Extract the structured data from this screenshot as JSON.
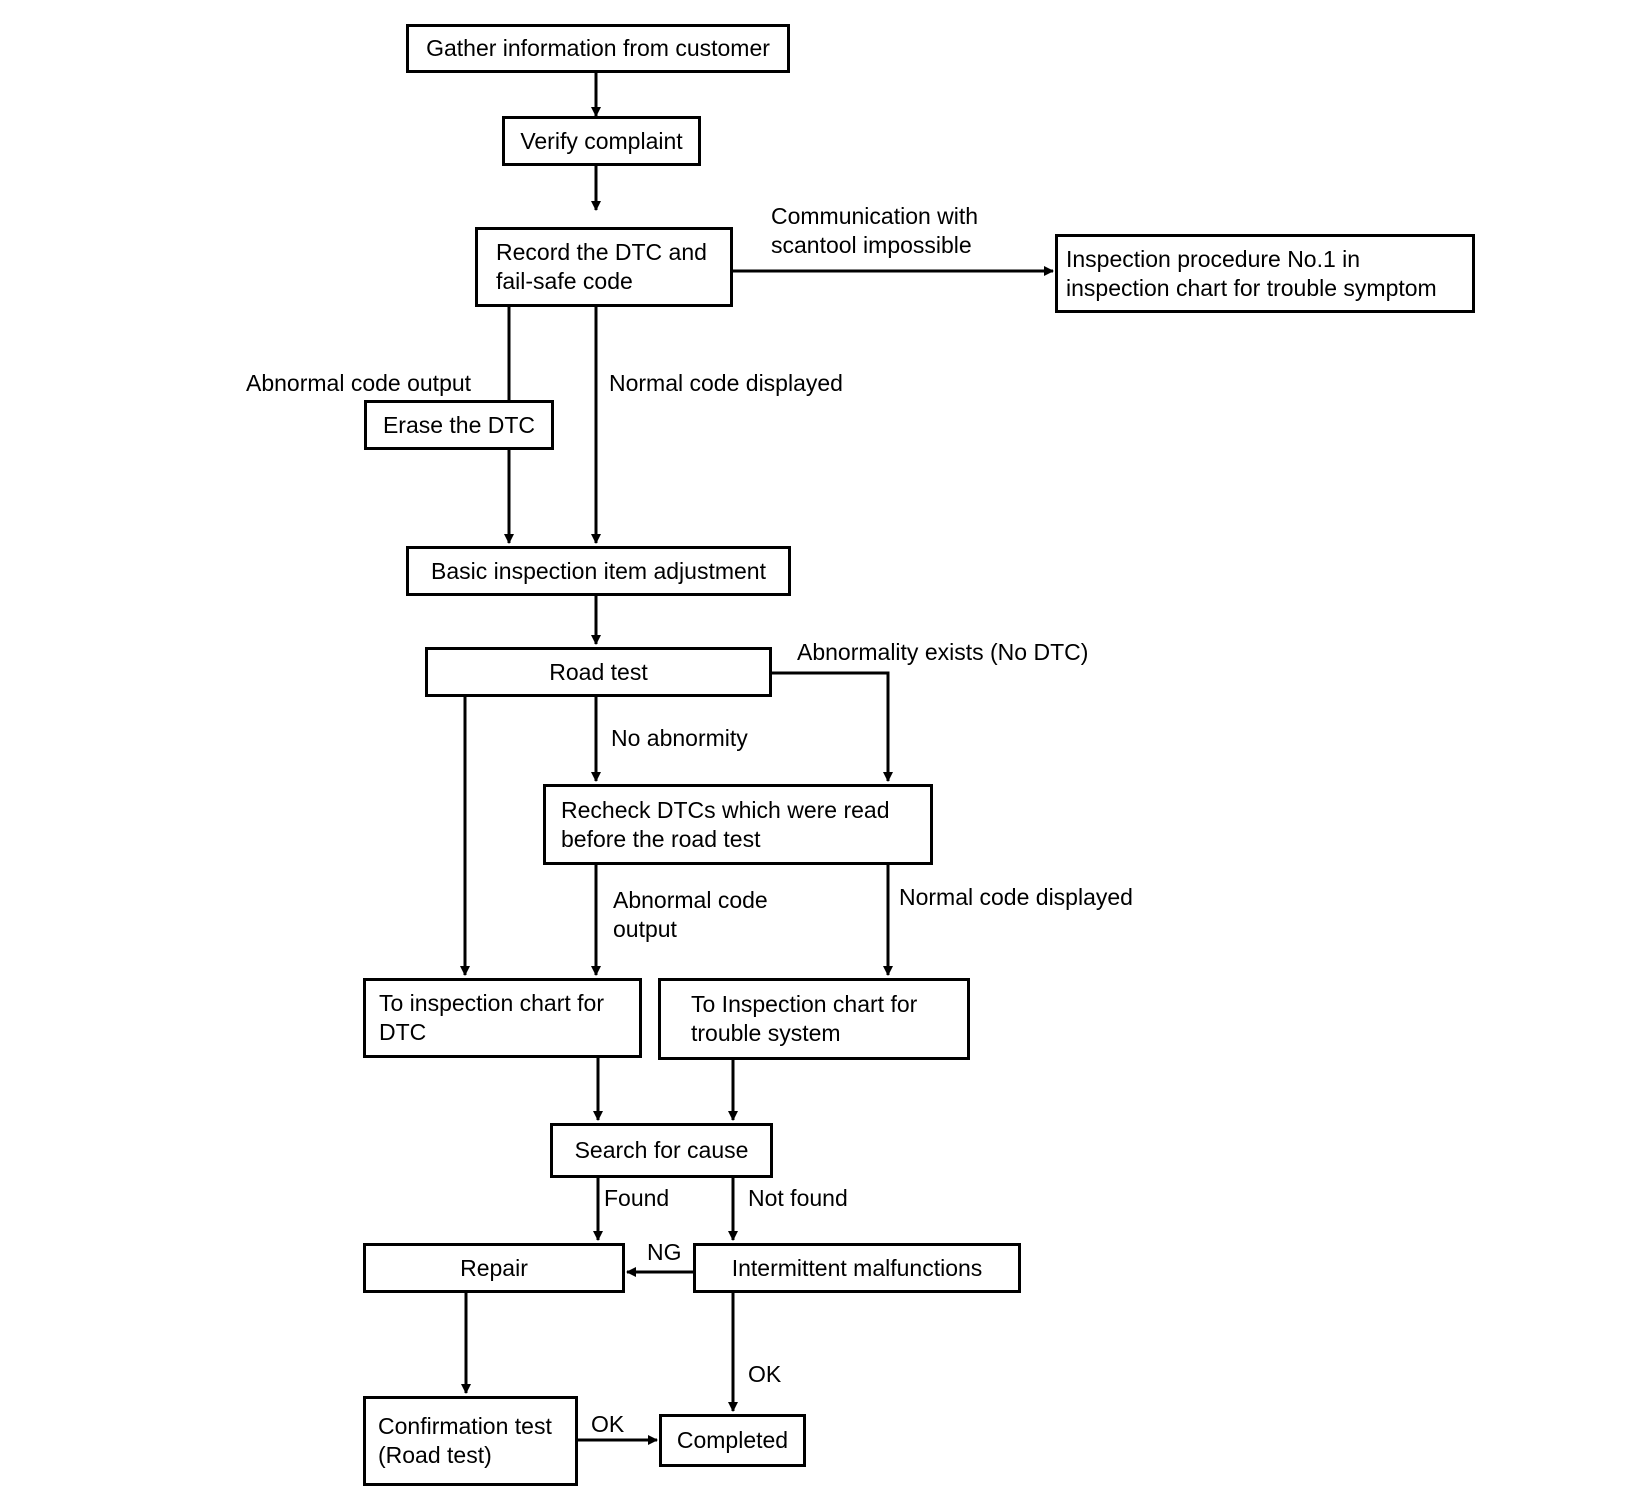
{
  "colors": {
    "line": "#000000",
    "background": "#ffffff"
  },
  "boxes": {
    "gather": "Gather information from customer",
    "verify": "Verify complaint",
    "record": "Record the DTC and\nfail-safe code",
    "inspection_no1": "Inspection procedure No.1 in\ninspection chart for trouble symptom",
    "erase": "Erase the DTC",
    "basic": "Basic inspection item adjustment",
    "road_test": "Road test",
    "recheck": "Recheck DTCs which were read\nbefore the road test",
    "chart_dtc": "To inspection chart for\nDTC",
    "chart_trouble": "To Inspection chart for\ntrouble system",
    "search": "Search for cause",
    "repair": "Repair",
    "intermittent": "Intermittent malfunctions",
    "confirmation": "Confirmation test\n(Road test)",
    "completed": "Completed"
  },
  "labels": {
    "comm_impossible": "Communication with\nscantool impossible",
    "abnormal_code_1": "Abnormal code output",
    "normal_code_1": "Normal code displayed",
    "abnormality_exists": "Abnormality exists (No DTC)",
    "no_abnormity": "No abnormity",
    "abnormal_code_2": "Abnormal code\noutput",
    "normal_code_2": "Normal code displayed",
    "found": "Found",
    "not_found": "Not found",
    "ng": "NG",
    "ok_1": "OK",
    "ok_2": "OK"
  }
}
